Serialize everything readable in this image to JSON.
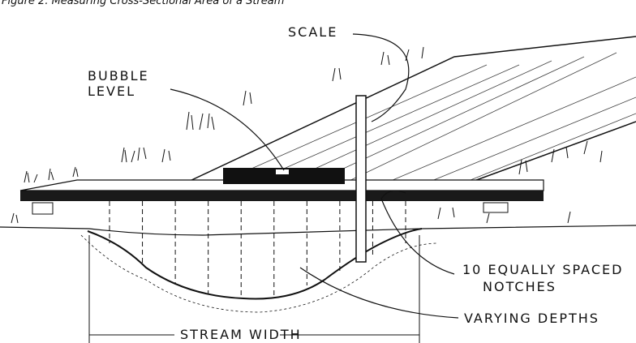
{
  "figure": {
    "title": "Figure 2. Measuring Cross-Sectional Area of a Stream",
    "labels": {
      "scale": "SCALE",
      "bubble_level_1": "BUBBLE",
      "bubble_level_2": "LEVEL",
      "notches_1": "10 EQUALLY SPACED",
      "notches_2": "NOTCHES",
      "varying_depths": "VARYING DEPTHS",
      "stream_width": "STREAM WIDTH"
    },
    "notch_count": 10
  }
}
